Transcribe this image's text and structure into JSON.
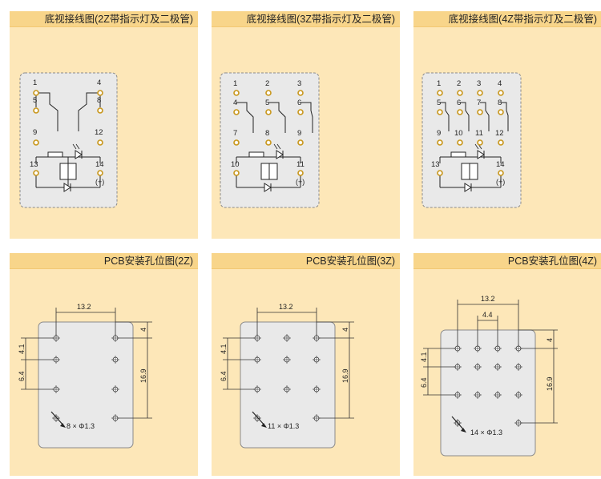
{
  "wiring_title_2z": "底视接线图(2Z带指示灯及二极管)",
  "wiring_title_3z": "底视接线图(3Z带指示灯及二极管)",
  "wiring_title_4z": "底视接线图(4Z带指示灯及二极管)",
  "pcb_title_2z": "PCB安装孔位图(2Z)",
  "pcb_title_3z": "PCB安装孔位图(3Z)",
  "pcb_title_4z": "PCB安装孔位图(4Z)",
  "pins_2z": [
    "1",
    "4",
    "5",
    "8",
    "9",
    "12",
    "13",
    "14",
    "(+)"
  ],
  "pins_3z": [
    "1",
    "2",
    "3",
    "4",
    "5",
    "6",
    "7",
    "8",
    "9",
    "10",
    "11",
    "(+)"
  ],
  "pins_4z": [
    "1",
    "2",
    "3",
    "4",
    "5",
    "6",
    "7",
    "8",
    "9",
    "10",
    "11",
    "12",
    "13",
    "14",
    "(+)"
  ],
  "dims": {
    "width": "13.2",
    "top": "4",
    "row1": "4.1",
    "row2": "6.4",
    "height": "16.9",
    "pitch_4z": "4.4"
  },
  "holes_2z": "8 × Φ1.3",
  "holes_3z": "11 × Φ1.3",
  "holes_4z": "14 × Φ1.3",
  "colors": {
    "panel": "#fde7b8",
    "header": "#f8d58a",
    "pin": "#c8961a",
    "board": "#e9e9e9"
  }
}
